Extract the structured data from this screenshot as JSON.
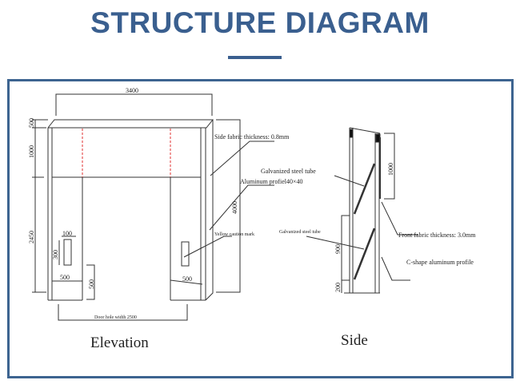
{
  "title": "STRUCTURE DIAGRAM",
  "elevation": {
    "caption": "Elevation",
    "width": "3400",
    "height": "4000",
    "top": "500",
    "band": "1000",
    "lower": "2450",
    "mark_w": "100",
    "mark_h": "300",
    "post_w_left": "500",
    "post_w_right": "500",
    "bottom_h": "500",
    "door_hole": "Door hole width 2500"
  },
  "side": {
    "caption": "Side",
    "top_dim": "1000",
    "mid_dim": "900",
    "bottom_dim": "200"
  },
  "labels": {
    "side_fabric": "Side fabric thickness: 0.8mm",
    "aluminum": "Aluminum profiel40×40",
    "yellow": "Yellow caution mark",
    "tube1": "Galvanized steel tube",
    "tube2": "Galvanized steel tube",
    "front_fabric": "Front fabric thickness: 3.0mm",
    "c_shape": "C-shape aluminum profile"
  },
  "colors": {
    "accent": "#3a5f8f",
    "dashed": "#e03030"
  }
}
